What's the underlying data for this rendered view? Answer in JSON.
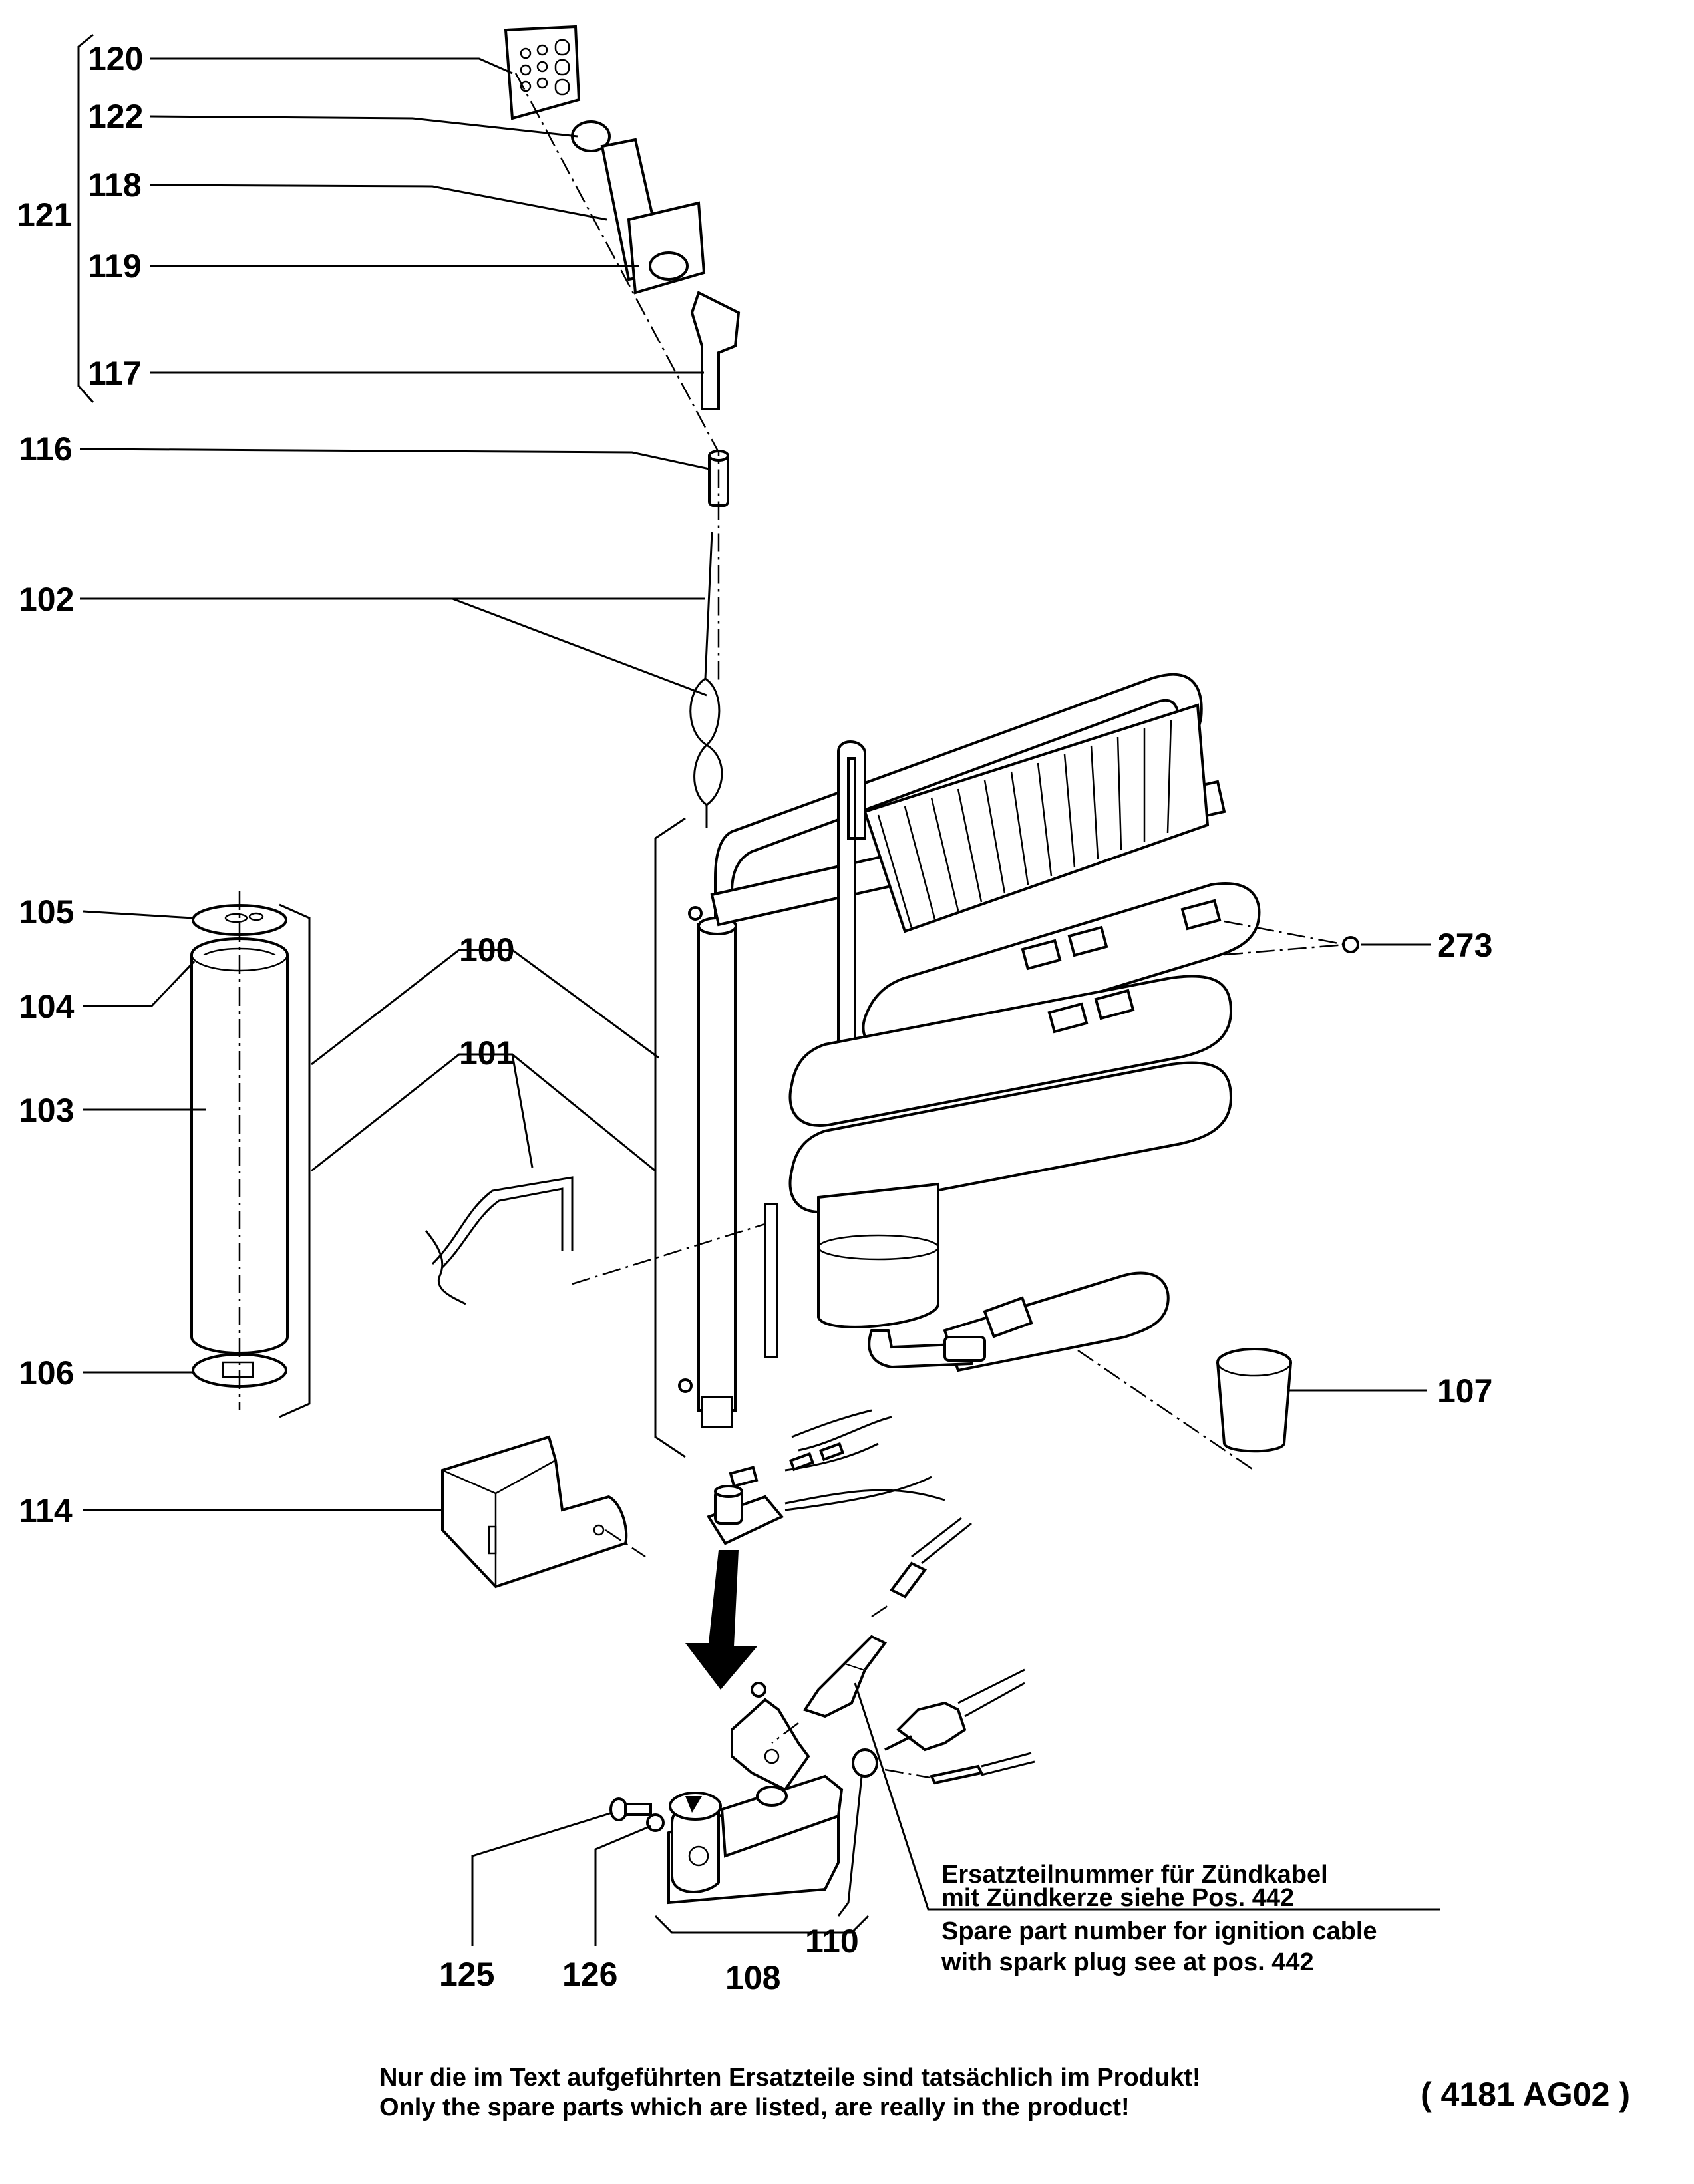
{
  "labels": {
    "p120": "120",
    "p122": "122",
    "p121": "121",
    "p118": "118",
    "p119": "119",
    "p117": "117",
    "p116": "116",
    "p102": "102",
    "p105": "105",
    "p104": "104",
    "p103": "103",
    "p106": "106",
    "p100": "100",
    "p101": "101",
    "p273": "273",
    "p107": "107",
    "p114": "114",
    "p125": "125",
    "p126": "126",
    "p108": "108",
    "p110": "110"
  },
  "note_de": {
    "line1": "Ersatzteilnummer für Zündkabel",
    "line2": "mit Zündkerze siehe Pos. 442"
  },
  "note_en": {
    "line1": "Spare part number for ignition cable",
    "line2": "with spark plug see at pos. 442"
  },
  "footer": {
    "line1": "Nur die im Text aufgeführten Ersatzteile sind tatsächlich im Produkt!",
    "line2": "Only the spare parts which are listed, are really in the product!"
  },
  "drawing_code": "( 4181 AG02 )"
}
